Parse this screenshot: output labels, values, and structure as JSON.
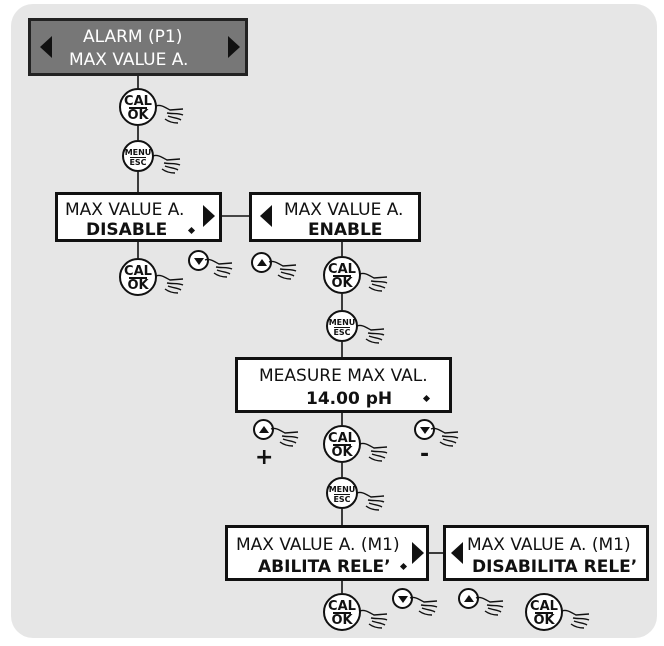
{
  "screens": {
    "alarm": {
      "line1": "ALARM (P1)",
      "line2": "MAX VALUE A."
    },
    "disable": {
      "line1": "MAX VALUE A.",
      "line2": "DISABLE"
    },
    "enable": {
      "line1": "MAX VALUE A.",
      "line2": "ENABLE"
    },
    "measure": {
      "line1": "MEASURE MAX VAL.",
      "line2": "14.00 pH"
    },
    "abilita": {
      "line1": "MAX VALUE A. (M1)",
      "line2": "ABILITA RELE’"
    },
    "disabilita": {
      "line1": "MAX VALUE A. (M1)",
      "line2": "DISABILITA RELE’"
    }
  },
  "keys": {
    "cal_ok": {
      "top": "CAL",
      "bottom": "OK"
    },
    "menu_esc": {
      "top": "MENU",
      "bottom": "ESC"
    }
  },
  "signs": {
    "plus": "+",
    "minus": "-"
  },
  "colors": {
    "panel": "#e6e6e6",
    "alarm_screen": "#777777",
    "line": "#111111"
  }
}
